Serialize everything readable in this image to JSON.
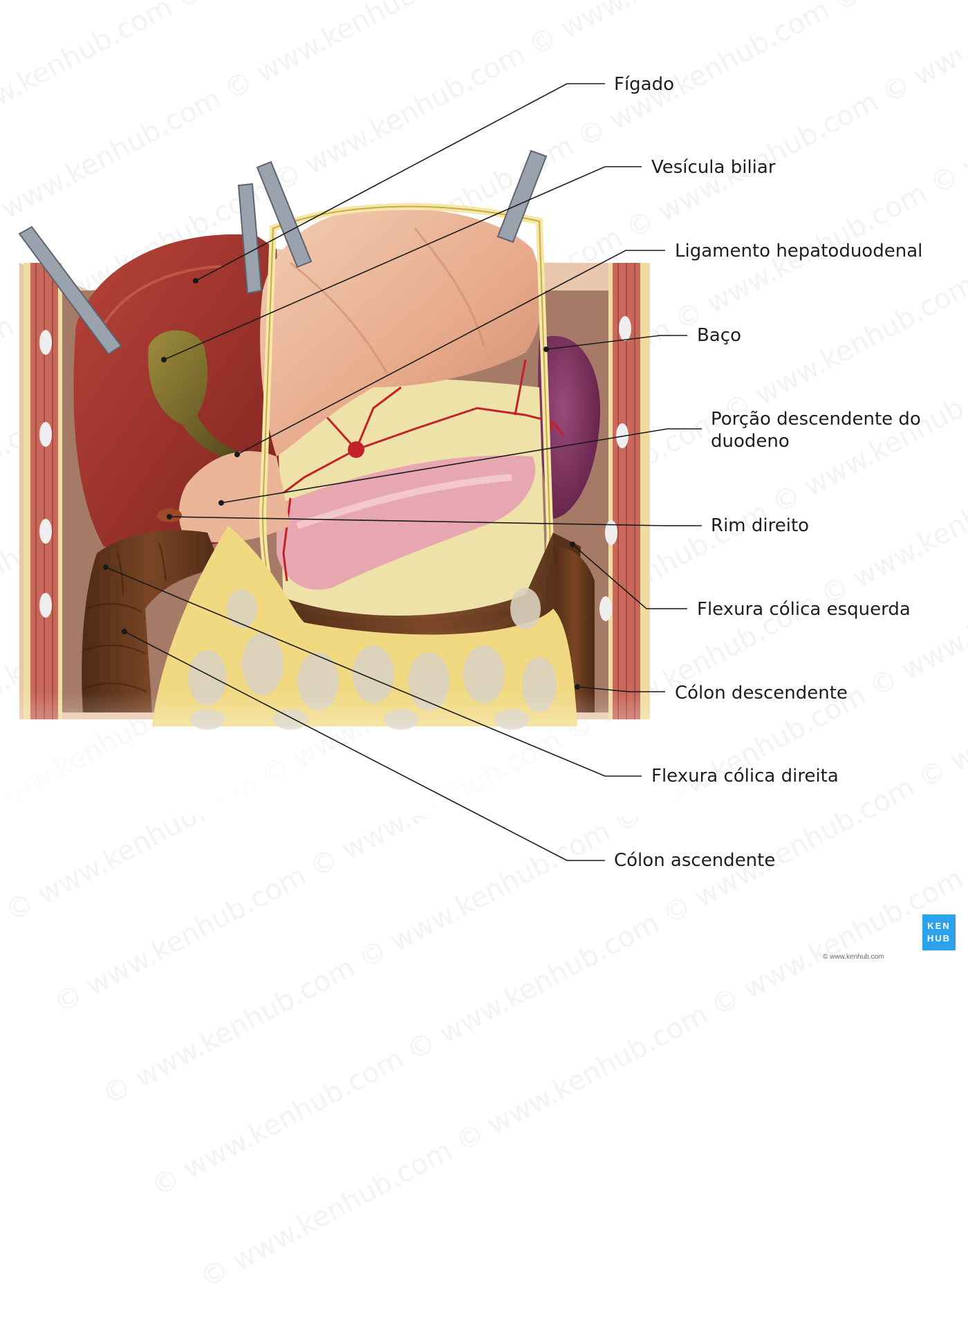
{
  "labels": {
    "figado": "Fígado",
    "vesicula": "Vesícula biliar",
    "ligamento": "Ligamento hepatoduodenal",
    "baco": "Baço",
    "porcao": "Porção descendente do\nduodeno",
    "rim": "Rim direito",
    "flexura_esq": "Flexura cólica esquerda",
    "colon_desc": "Cólon descendente",
    "flexura_dir": "Flexura cólica direita",
    "colon_asc": "Cólon ascendente"
  },
  "watermark": "© www.kenhub.com",
  "logo": {
    "line1": "KEN",
    "line2": "HUB"
  },
  "credit": "© www.kenhub.com",
  "colors": {
    "liver": "#9c2f2a",
    "gallbladder": "#7a6a2a",
    "stomach": "#e9b89a",
    "spleen": "#7a2d5a",
    "pancreas": "#e7a7b0",
    "colon": "#6b3a1e",
    "omentum": "#f1d982",
    "muscle": "#c9695c",
    "leader": "#1a1a1a",
    "logo": "#2aa3ea"
  }
}
